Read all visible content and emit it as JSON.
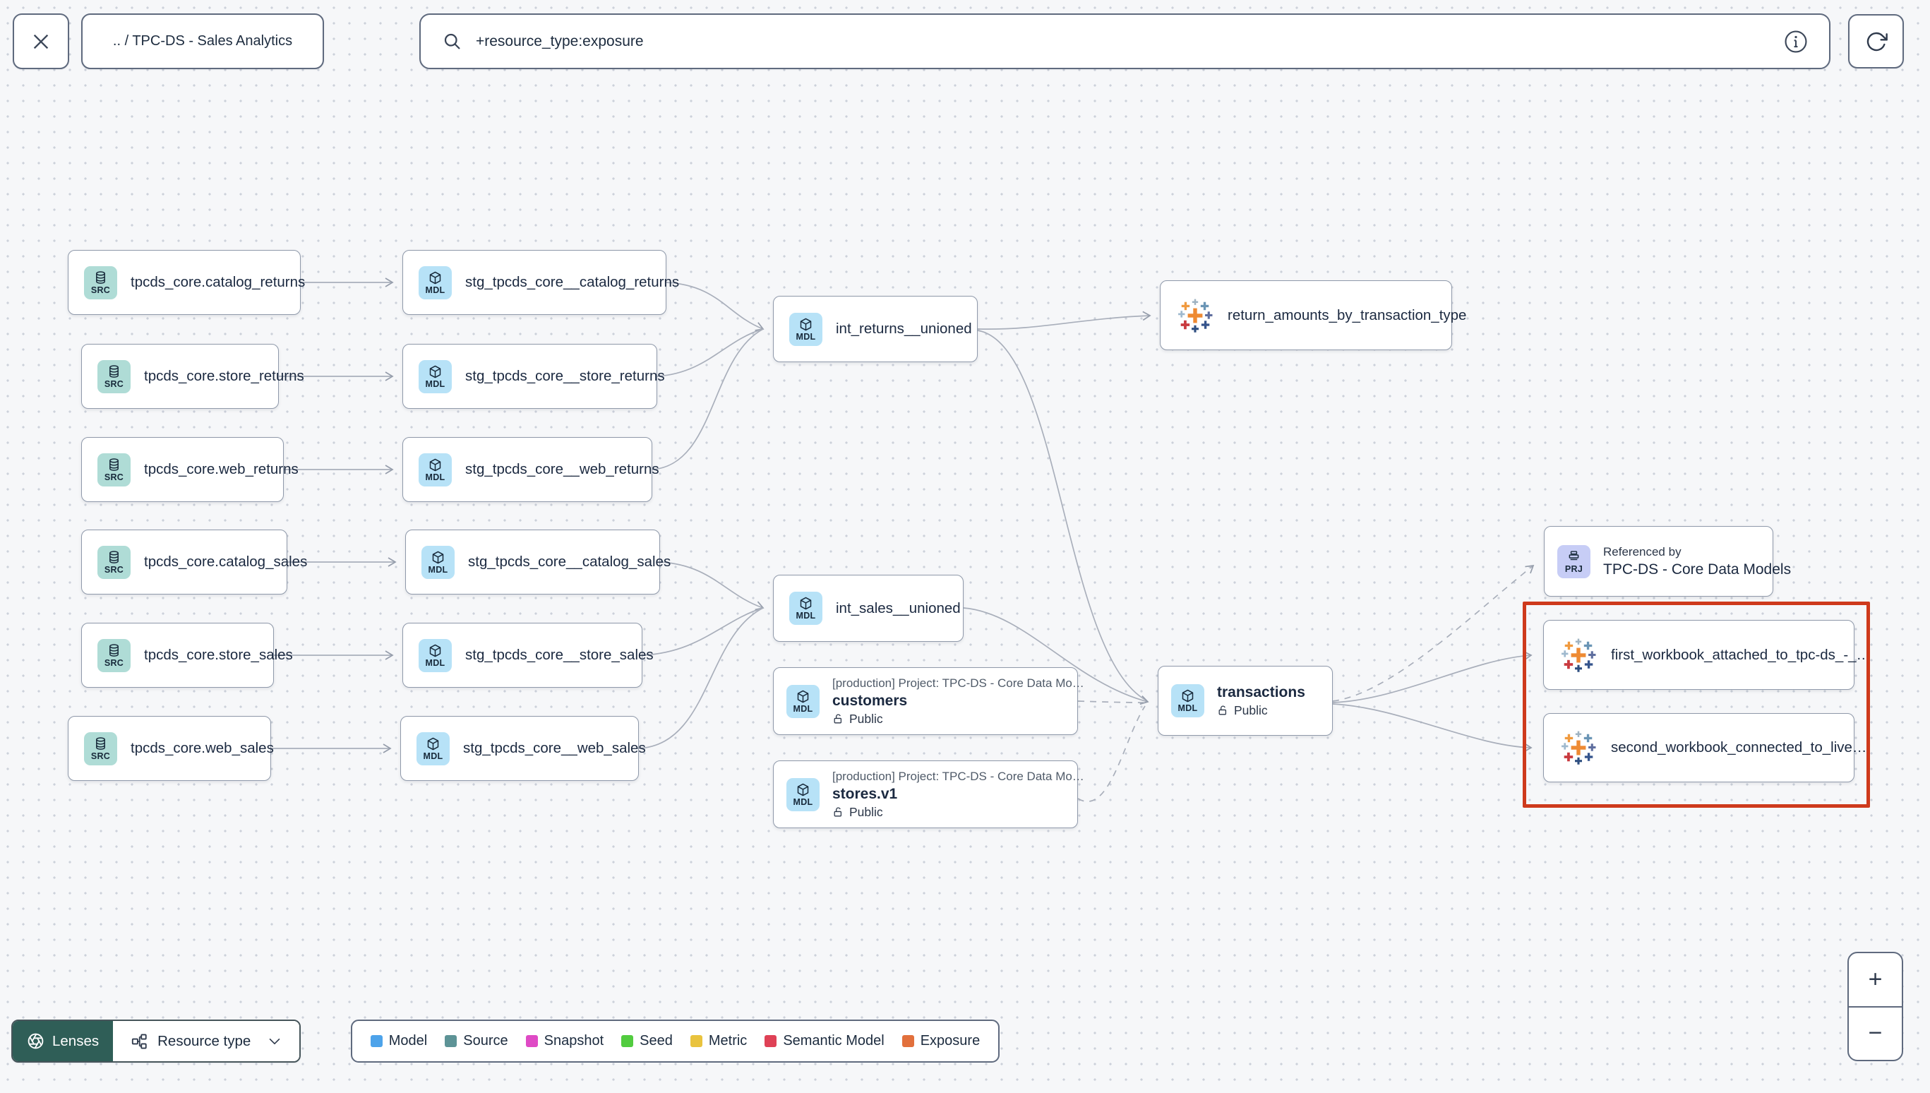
{
  "header": {
    "breadcrumb": ".. / TPC-DS - Sales Analytics",
    "search": {
      "value": "+resource_type:exposure"
    }
  },
  "nodes": {
    "src_catalog_returns": {
      "badge": "SRC",
      "title": "tpcds_core.catalog_returns"
    },
    "src_store_returns": {
      "badge": "SRC",
      "title": "tpcds_core.store_returns"
    },
    "src_web_returns": {
      "badge": "SRC",
      "title": "tpcds_core.web_returns"
    },
    "src_catalog_sales": {
      "badge": "SRC",
      "title": "tpcds_core.catalog_sales"
    },
    "src_store_sales": {
      "badge": "SRC",
      "title": "tpcds_core.store_sales"
    },
    "src_web_sales": {
      "badge": "SRC",
      "title": "tpcds_core.web_sales"
    },
    "stg_catalog_returns": {
      "badge": "MDL",
      "title": "stg_tpcds_core__catalog_returns"
    },
    "stg_store_returns": {
      "badge": "MDL",
      "title": "stg_tpcds_core__store_returns"
    },
    "stg_web_returns": {
      "badge": "MDL",
      "title": "stg_tpcds_core__web_returns"
    },
    "stg_catalog_sales": {
      "badge": "MDL",
      "title": "stg_tpcds_core__catalog_sales"
    },
    "stg_store_sales": {
      "badge": "MDL",
      "title": "stg_tpcds_core__store_sales"
    },
    "stg_web_sales": {
      "badge": "MDL",
      "title": "stg_tpcds_core__web_sales"
    },
    "int_returns": {
      "badge": "MDL",
      "title": "int_returns__unioned"
    },
    "int_sales": {
      "badge": "MDL",
      "title": "int_sales__unioned"
    },
    "customers": {
      "badge": "MDL",
      "header": "[production] Project: TPC-DS - Core Data Mo…",
      "title": "customers",
      "visibility": "Public"
    },
    "stores": {
      "badge": "MDL",
      "header": "[production] Project: TPC-DS - Core Data Mo…",
      "title": "stores.v1",
      "visibility": "Public"
    },
    "transactions": {
      "badge": "MDL",
      "title": "transactions",
      "visibility": "Public"
    },
    "return_amounts": {
      "title": "return_amounts_by_transaction_type"
    },
    "referenced_by": {
      "badge": "PRJ",
      "kicker": "Referenced by",
      "title": "TPC-DS - Core Data Models"
    },
    "first_workbook": {
      "title": "first_workbook_attached_to_tpc-ds_-_…"
    },
    "second_workbook": {
      "title": "second_workbook_connected_to_live…"
    }
  },
  "toolbar": {
    "lenses_label": "Lenses",
    "resource_type_label": "Resource type"
  },
  "legend": {
    "items": [
      {
        "label": "Model",
        "color": "#4da3ea"
      },
      {
        "label": "Source",
        "color": "#5d9396"
      },
      {
        "label": "Snapshot",
        "color": "#df4ac5"
      },
      {
        "label": "Seed",
        "color": "#52cc3f"
      },
      {
        "label": "Metric",
        "color": "#e9c33e"
      },
      {
        "label": "Semantic Model",
        "color": "#df4156"
      },
      {
        "label": "Exposure",
        "color": "#e2703c"
      }
    ]
  },
  "zoom_controls": {
    "zoom_in": "+",
    "zoom_out": "−"
  },
  "colors": {
    "highlight_box": "#ce3a1c",
    "source_badge_bg": "#afdcd6",
    "model_badge_bg": "#b7e2f7",
    "project_badge_bg": "#c7cdf6",
    "lenses_button_bg": "#2f5e57"
  }
}
